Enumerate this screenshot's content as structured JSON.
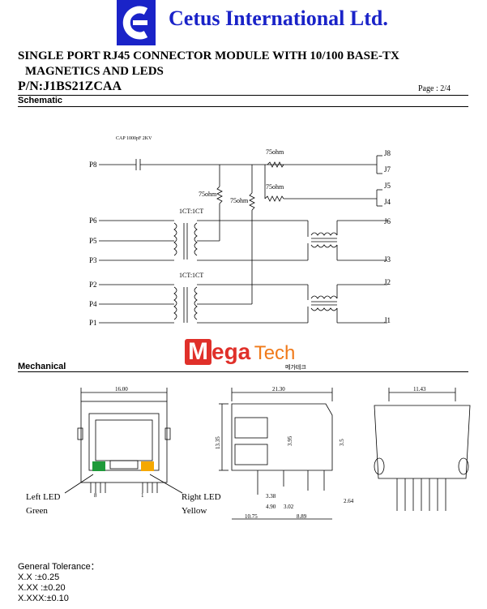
{
  "header": {
    "company_name": "Cetus International Ltd.",
    "logo_letter": "C",
    "brand_color": "#1a23c8"
  },
  "document": {
    "title_line1": "SINGLE PORT RJ45 CONNECTOR MODULE WITH 10/100 BASE-TX",
    "title_line2": "MAGNETICS AND LEDS",
    "part_number": "P/N:J1BS21ZCAA",
    "page": "Page : 2/4"
  },
  "schematic": {
    "heading": "Schematic",
    "cap_label": "CAP 1000pF 2KV",
    "resistor_label": "75ohm",
    "transformer_label": "1CT:1CT",
    "left_pins": [
      "P8",
      "P6",
      "P5",
      "P3",
      "P2",
      "P4",
      "P1"
    ],
    "right_pins": [
      "J8",
      "J7",
      "J5",
      "J4",
      "J6",
      "J3",
      "J2",
      "J1"
    ]
  },
  "watermark": {
    "text_m": "M",
    "text_ega": "ega",
    "text_tech": "Tech",
    "subtext": "메가테크",
    "color_red": "#e0302a",
    "color_orange": "#f07a1a"
  },
  "mechanical": {
    "heading": "Mechanical",
    "dims": {
      "width_front": "16.00",
      "width_side": "21.30",
      "width_back": "11.43",
      "height_side": "13.35",
      "inner_h": "3.95",
      "right_h": "3.5",
      "d1": "3.38",
      "d2": "4.90",
      "d3": "3.02",
      "d4": "10.75",
      "d5": "8.89",
      "d6": "2.64"
    },
    "pin8": "8",
    "pin1": "1",
    "led_left_label": "Left LED",
    "led_left_color_name": "Green",
    "led_right_label": "Right LED",
    "led_right_color_name": "Yellow",
    "led_green": "#1f9a3a",
    "led_yellow": "#f5a800"
  },
  "tolerance": {
    "heading": "General Tolerance：",
    "lines": [
      "X.X :±0.25",
      "X.XX :±0.20",
      "X.XXX:±0.10"
    ]
  }
}
